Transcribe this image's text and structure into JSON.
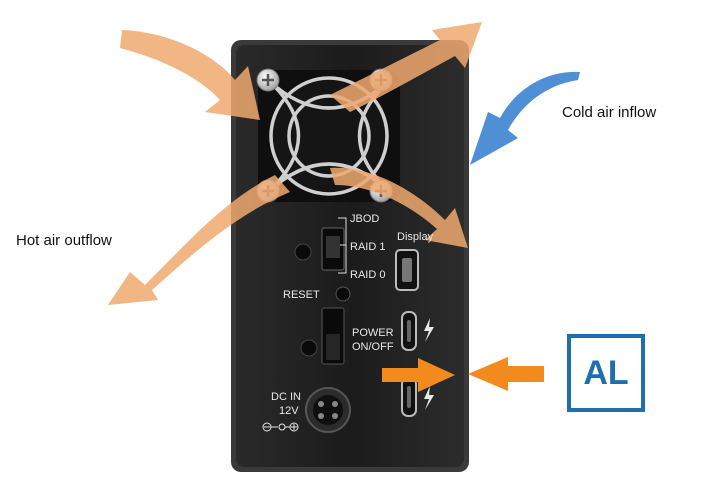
{
  "callouts": {
    "cold_air": "Cold air inflow",
    "hot_air": "Hot air outflow"
  },
  "badge": {
    "text": "AL"
  },
  "device_labels": {
    "jbod": "JBOD",
    "raid1": "RAID 1",
    "raid0": "RAID 0",
    "display": "Display",
    "reset": "RESET",
    "power_line1": "POWER",
    "power_line2": "ON/OFF",
    "dc_in": "DC IN",
    "volts": "12V"
  },
  "colors": {
    "hot_air": "#f0a86f",
    "cold_air": "#4e8fd6",
    "arrow": "#f28a1e",
    "badge": "#1f6fb0",
    "enclosure": "#1e1e1e"
  },
  "icons": [
    "thunderbolt-icon",
    "thunderbolt-icon",
    "polarity-icon",
    "fan-grille-icon"
  ]
}
